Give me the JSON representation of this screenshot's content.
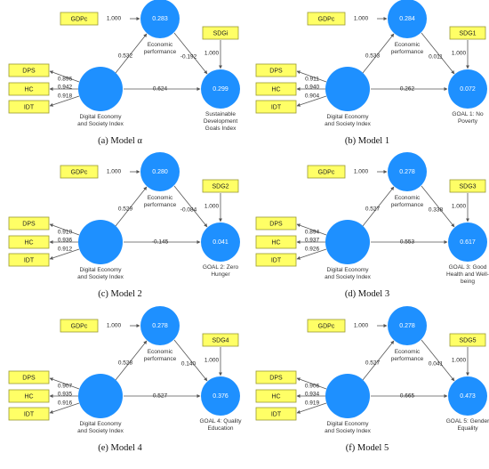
{
  "labels": {
    "gdp": "GDPc",
    "dps": "DPS",
    "hc": "HC",
    "idt": "IDT",
    "econ_line1": "Economic",
    "econ_line2": "performance",
    "desi_line1": "Digital Economy",
    "desi_line2": "and Society Index",
    "gdp_loading": "1.000",
    "sdg_loading": "1.000"
  },
  "models": [
    {
      "caption": "(a) Model α",
      "sdg_box": "SDGi",
      "econ_r2": "0.283",
      "sdg_r2": "0.299",
      "desi_to_econ": "0.532",
      "econ_to_sdg": "-0.192",
      "desi_to_sdg": "0.624",
      "loadings": [
        "0.896",
        "0.942",
        "0.918"
      ],
      "target_label": [
        "Sustainable",
        "Development",
        "Goals Index"
      ]
    },
    {
      "caption": "(b) Model 1",
      "sdg_box": "SDG1",
      "econ_r2": "0.284",
      "sdg_r2": "0.072",
      "desi_to_econ": "0.533",
      "econ_to_sdg": "0.011",
      "desi_to_sdg": "0.262",
      "loadings": [
        "0.911",
        "0.940",
        "0.904"
      ],
      "target_label": [
        "GOAL 1: No",
        "Poverty"
      ]
    },
    {
      "caption": "(c) Model 2",
      "sdg_box": "SDG2",
      "econ_r2": "0.280",
      "sdg_r2": "0.041",
      "desi_to_econ": "0.529",
      "econ_to_sdg": "-0.084",
      "desi_to_sdg": "-0.145",
      "loadings": [
        "0.910",
        "0.936",
        "0.912"
      ],
      "target_label": [
        "GOAL 2: Zero",
        "Hunger"
      ]
    },
    {
      "caption": "(d) Model 3",
      "sdg_box": "SDG3",
      "econ_r2": "0.278",
      "sdg_r2": "0.617",
      "desi_to_econ": "0.527",
      "econ_to_sdg": "0.338",
      "desi_to_sdg": "0.553",
      "loadings": [
        "0.894",
        "0.937",
        "0.926"
      ],
      "target_label": [
        "GOAL 3: Good",
        "Health and Well-",
        "being"
      ]
    },
    {
      "caption": "(e) Model 4",
      "sdg_box": "SDG4",
      "econ_r2": "0.278",
      "sdg_r2": "0.376",
      "desi_to_econ": "0.528",
      "econ_to_sdg": "0.140",
      "desi_to_sdg": "0.527",
      "loadings": [
        "0.907",
        "0.935",
        "0.916"
      ],
      "target_label": [
        "GOAL 4: Quality",
        "Education"
      ]
    },
    {
      "caption": "(f) Model 5",
      "sdg_box": "SDG5",
      "econ_r2": "0.278",
      "sdg_r2": "0.473",
      "desi_to_econ": "0.527",
      "econ_to_sdg": "0.041",
      "desi_to_sdg": "0.665",
      "loadings": [
        "0.906",
        "0.934",
        "0.919"
      ],
      "target_label": [
        "GOAL 5: Gender",
        "Equality"
      ]
    }
  ]
}
